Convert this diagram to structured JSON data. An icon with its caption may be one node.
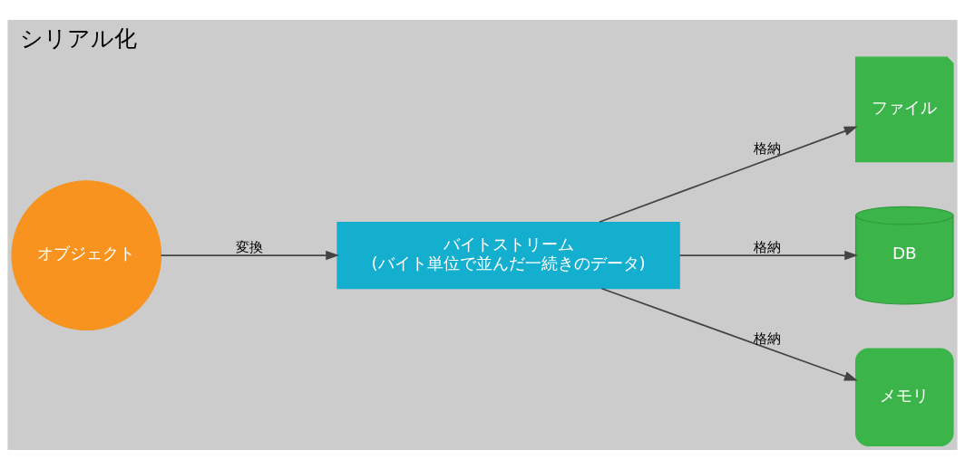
{
  "diagram": {
    "title": "シリアル化",
    "nodes": [
      {
        "text": [
          "オブジェクト"
        ]
      },
      {
        "text": [
          "バイトストリーム",
          "(バイト単位で並んだ一続きのデータ)"
        ]
      },
      {
        "text": [
          "ファイル"
        ]
      },
      {
        "text": [
          "DB"
        ]
      },
      {
        "text": [
          "メモリ"
        ]
      }
    ],
    "edges": [
      {
        "from": 0,
        "to": 1,
        "arrow": "to",
        "label": "変換"
      },
      {
        "from": 1,
        "to": 2,
        "arrow": "to",
        "label": "格納"
      },
      {
        "from": 1,
        "to": 3,
        "arrow": "to",
        "label": "格納"
      },
      {
        "from": 1,
        "to": 4,
        "arrow": "to",
        "label": "格納"
      }
    ]
  }
}
